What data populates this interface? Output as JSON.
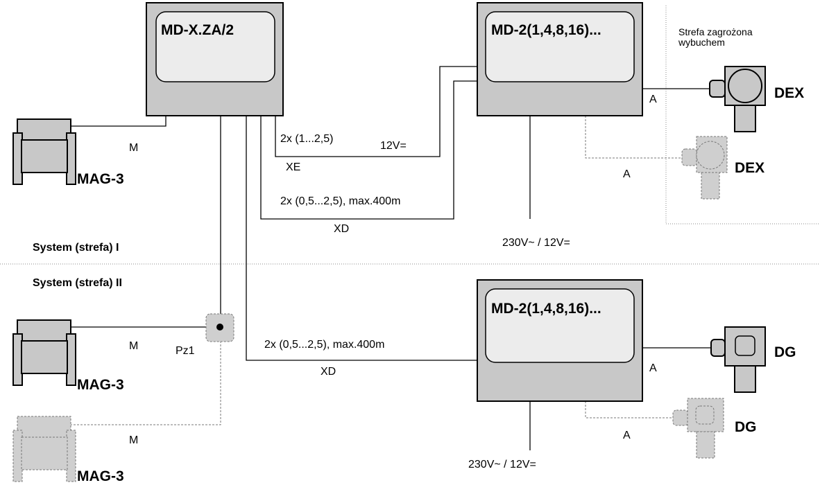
{
  "controllers": {
    "main": {
      "title": "MD-X.ZA/2"
    },
    "top": {
      "title": "MD-2(1,4,8,16)..."
    },
    "bottom": {
      "title": "MD-2(1,4,8,16)..."
    }
  },
  "zone_note": {
    "line1": "Strefa zagrożona",
    "line2": "wybuchem"
  },
  "systems": {
    "one": "System (strefa) I",
    "two": "System (strefa) II"
  },
  "devices": {
    "mag_top": "MAG-3",
    "mag_mid": "MAG-3",
    "mag_bottom": "MAG-3",
    "dex_1": "DEX",
    "dex_2": "DEX",
    "dg_1": "DG",
    "dg_2": "DG"
  },
  "wire_labels": {
    "m_top": "M",
    "m_mid": "M",
    "m_bottom": "M",
    "xe_spec": "2x (1...2,5)",
    "xe": "XE",
    "supply_12v": "12V=",
    "xd_spec_top": "2x (0,5...2,5),  max.400m",
    "xd_top": "XD",
    "xd_spec_bottom": "2x (0,5...2,5),  max.400m",
    "xd_bottom": "XD",
    "power_top": "230V~ / 12V=",
    "power_bottom": "230V~ / 12V=",
    "a_dex1": "A",
    "a_dex2": "A",
    "a_dg1": "A",
    "a_dg2": "A",
    "pz1": "Pz1"
  },
  "colors": {
    "device_fill": "#c8c8c8",
    "screen_fill": "#ececec",
    "optional_stroke": "#777777"
  }
}
